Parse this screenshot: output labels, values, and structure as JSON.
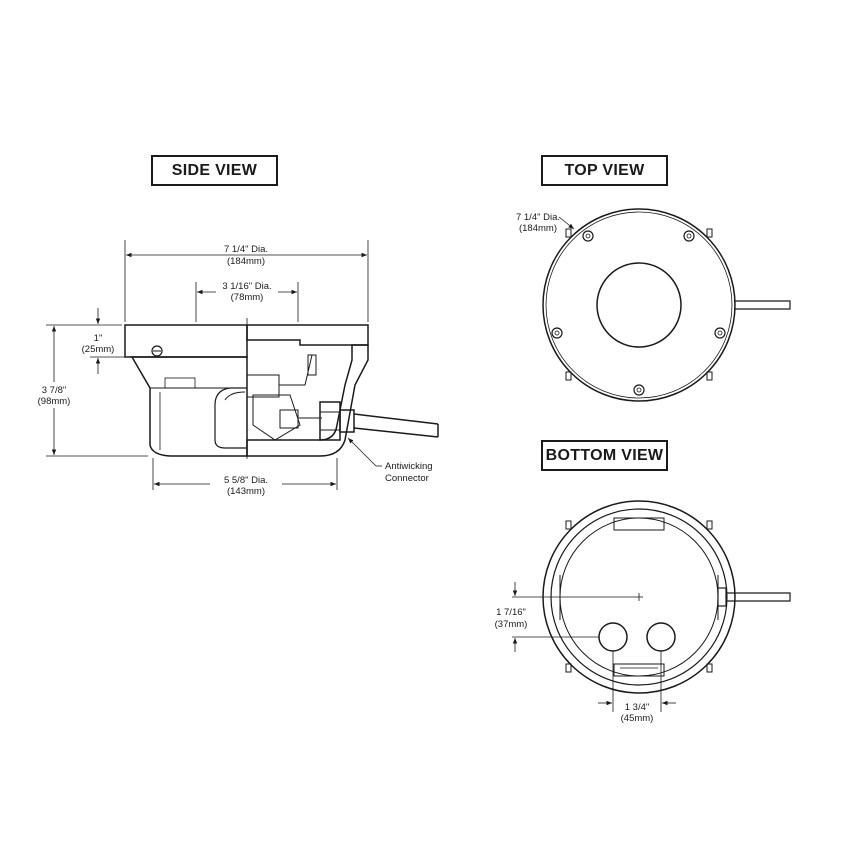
{
  "views": {
    "side": {
      "title": "SIDE VIEW"
    },
    "top": {
      "title": "TOP VIEW"
    },
    "bottom": {
      "title": "BOTTOM VIEW"
    }
  },
  "dimensions": {
    "side_overall_dia": {
      "imperial": "7 1/4\" Dia.",
      "metric": "(184mm)"
    },
    "side_inner_dia": {
      "imperial": "3 1/16\" Dia.",
      "metric": "(78mm)"
    },
    "side_top_height": {
      "imperial": "1\"",
      "metric": "(25mm)"
    },
    "side_total_height": {
      "imperial": "3 7/8\"",
      "metric": "(98mm)"
    },
    "side_base_dia": {
      "imperial": "5 5/8\" Dia.",
      "metric": "(143mm)"
    },
    "top_dia": {
      "imperial": "7 1/4\" Dia.",
      "metric": "(184mm)"
    },
    "bottom_offset": {
      "imperial": "1 7/16\"",
      "metric": "(37mm)"
    },
    "bottom_hole_spacing": {
      "imperial": "1 3/4\"",
      "metric": "(45mm)"
    }
  },
  "callouts": {
    "connector": [
      "Antiwicking",
      "Connector"
    ]
  }
}
